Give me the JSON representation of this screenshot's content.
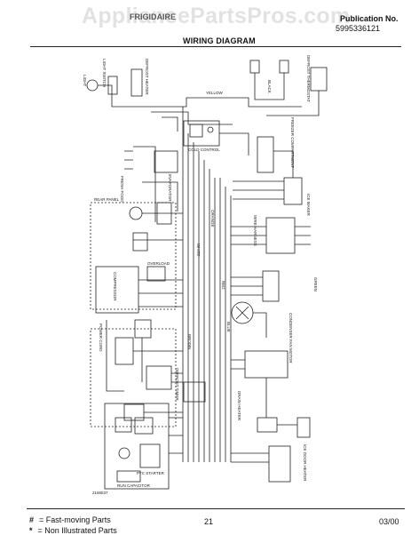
{
  "header": {
    "watermark": "AppliancePartsPros.com",
    "brand": "FRIGIDAIRE",
    "publication_label": "Publication No.",
    "publication_number": "5995336121",
    "title": "WIRING DIAGRAM"
  },
  "diagram_labels": {
    "light": "LIGHT",
    "light_switch": "LIGHT SWITCH",
    "defrost_heater": "DEFROST HEATER",
    "defrost_thermostat": "DEFROST THERMOSTAT",
    "freezer_compartment": "FREEZER COMPARTMENT",
    "cold_control": "COLD CONTROL",
    "fresh_food": "FRESH FOOD",
    "ice_maker": "ICE MAKER",
    "wire_harness": "WIRE HARNESS",
    "compressor": "COMPRESSOR",
    "condenser_fan_motor": "CONDENSER FAN MOTOR",
    "run_capacitor": "RUN CAPACITOR",
    "ptc_starter": "PTC STARTER",
    "ice_door_heater": "ICE DOOR HEATER",
    "evaporator": "EVAPORATOR",
    "drain_heater": "DRAIN HEATER",
    "rear_panel": "REAR PANEL",
    "yellow": "YELLOW",
    "black": "BLACK",
    "white": "WHITE",
    "red": "RED",
    "blue": "BLUE",
    "orange": "ORANGE",
    "brown": "BROWN",
    "ground": "GREEN",
    "timer": "DEFROST TIMER",
    "power_cord": "POWER CORD",
    "overload": "OVERLOAD",
    "part_code": "2166537"
  },
  "footer": {
    "legend_fast_symbol": "#",
    "legend_fast_label": "= Fast-moving Parts",
    "legend_nonillus_symbol": "*",
    "legend_nonillus_label": "= Non Illustrated Parts",
    "page_number": "21",
    "date": "03/00"
  }
}
